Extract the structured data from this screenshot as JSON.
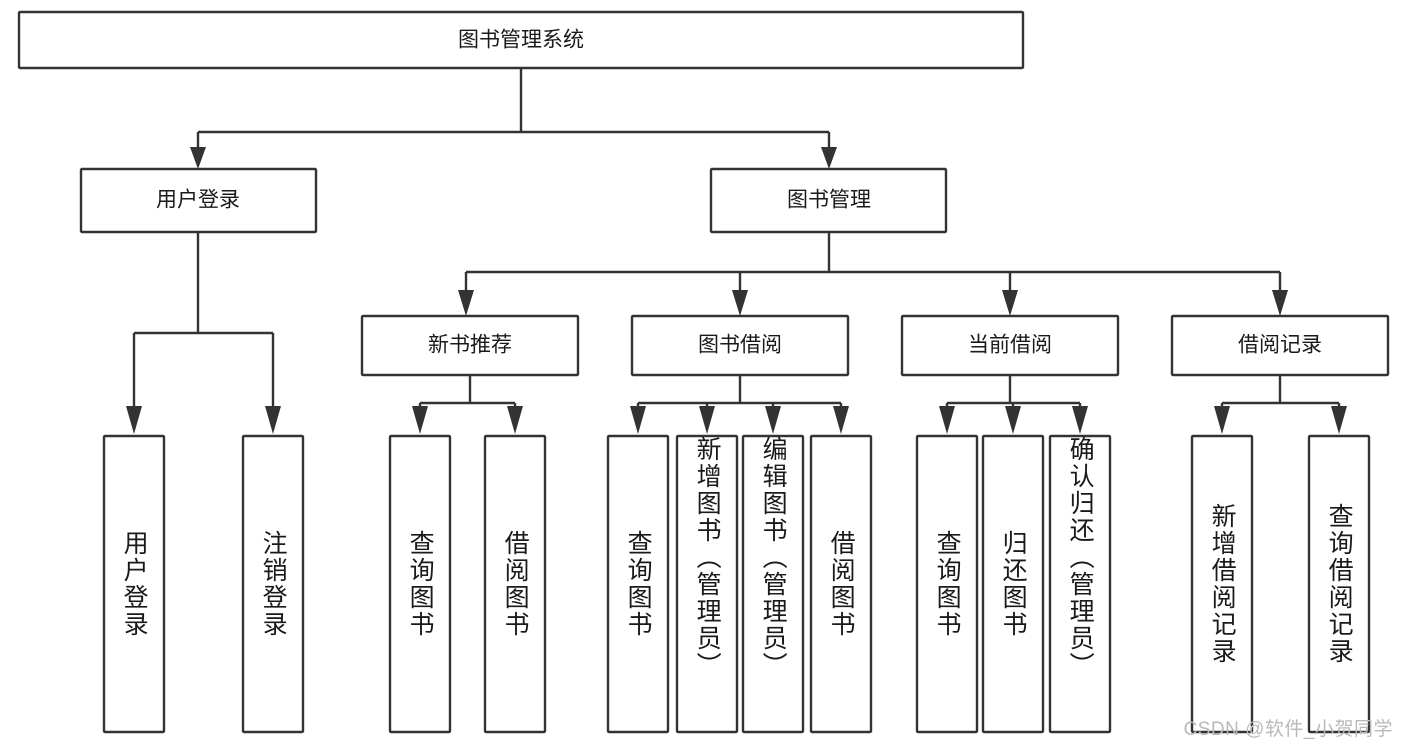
{
  "diagram": {
    "title": "图书管理系统",
    "type": "tree-hierarchy-diagram",
    "colors": {
      "stroke": "#333333",
      "fill": "#ffffff",
      "text": "#1a1a1a",
      "watermark": "#b9b9b9"
    },
    "root": {
      "label": "图书管理系统"
    },
    "level2": [
      {
        "label": "用户登录"
      },
      {
        "label": "图书管理"
      }
    ],
    "level3": [
      {
        "label": "新书推荐"
      },
      {
        "label": "图书借阅"
      },
      {
        "label": "当前借阅"
      },
      {
        "label": "借阅记录"
      }
    ],
    "leaves": {
      "user_login": [
        {
          "label": "用户登录"
        },
        {
          "label": "注销登录"
        }
      ],
      "new_book_recommend": [
        {
          "label": "查询图书"
        },
        {
          "label": "借阅图书"
        }
      ],
      "book_borrow": [
        {
          "label": "查询图书"
        },
        {
          "label": "新增图书（管理员）"
        },
        {
          "label": "编辑图书（管理员）"
        },
        {
          "label": "借阅图书"
        }
      ],
      "current_borrow": [
        {
          "label": "查询图书"
        },
        {
          "label": "归还图书"
        },
        {
          "label": "确认归还（管理员）"
        }
      ],
      "borrow_record": [
        {
          "label": "新增借阅记录"
        },
        {
          "label": "查询借阅记录"
        }
      ]
    }
  },
  "watermark": {
    "text": "CSDN @软件_小贺同学"
  }
}
